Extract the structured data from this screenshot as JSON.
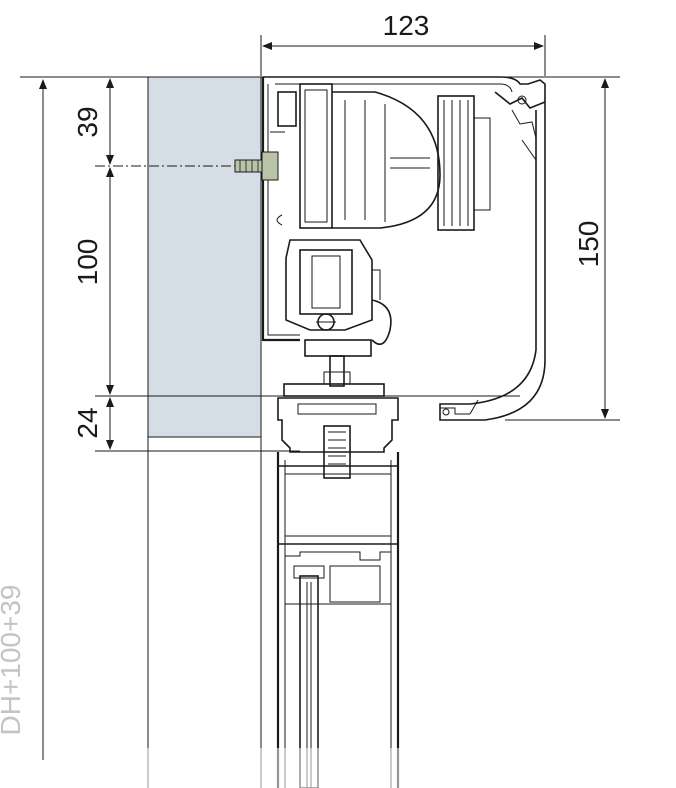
{
  "dimensions": {
    "width_top": "123",
    "height_right": "150",
    "left_top": "39",
    "left_mid": "100",
    "left_bottom": "24",
    "overall_height": "DH+100+39"
  },
  "colors": {
    "line": "#1a1a1a",
    "wall_fill": "#d5dde6",
    "faded_text": "#c4c4c4",
    "bolt_fill": "#b9c3a8"
  }
}
